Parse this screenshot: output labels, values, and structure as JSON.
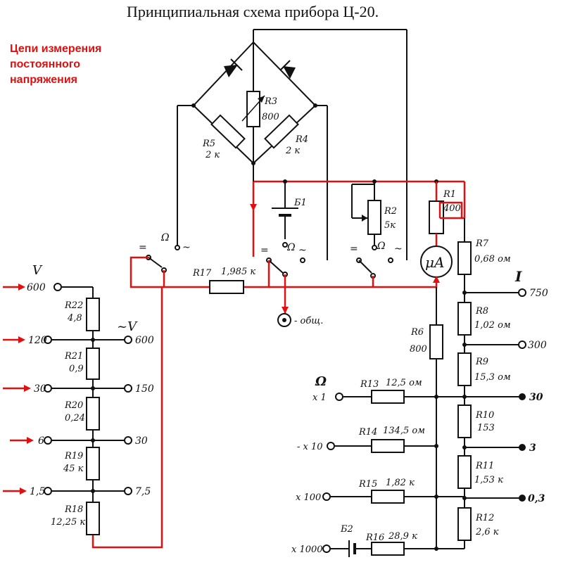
{
  "title": "Принципиальная схема прибора Ц-20.",
  "annotation": {
    "lines": [
      "Цепи измерения",
      "постоянного",
      "напряжения"
    ],
    "color": "#e01010"
  },
  "components": {
    "R1": {
      "name": "R1",
      "value": "400"
    },
    "R2": {
      "name": "R2",
      "value": "5к"
    },
    "R3": {
      "name": "R3",
      "value": "800"
    },
    "R4": {
      "name": "R4",
      "value": "2 к"
    },
    "R5": {
      "name": "R5",
      "value": "2 к"
    },
    "R6": {
      "name": "R6",
      "value": "800"
    },
    "R7": {
      "name": "R7",
      "value": "0,68 ом"
    },
    "R8": {
      "name": "R8",
      "value": "1,02 ом"
    },
    "R9": {
      "name": "R9",
      "value": "15,3 ом"
    },
    "R10": {
      "name": "R10",
      "value": "153"
    },
    "R11": {
      "name": "R11",
      "value": "1,53 к"
    },
    "R12": {
      "name": "R12",
      "value": "2,6 к"
    },
    "R13": {
      "name": "R13",
      "value": "12,5 ом"
    },
    "R14": {
      "name": "R14",
      "value": "134,5 ом"
    },
    "R15": {
      "name": "R15",
      "value": "1,82 к"
    },
    "R16": {
      "name": "R16",
      "value": "28,9 к"
    },
    "R17": {
      "name": "R17",
      "value": "1,985 к"
    },
    "R18": {
      "name": "R18",
      "value": "12,25 к"
    },
    "R19": {
      "name": "R19",
      "value": "45 к"
    },
    "R20": {
      "name": "R20",
      "value": "0,24"
    },
    "R21": {
      "name": "R21",
      "value": "0,9"
    },
    "R22": {
      "name": "R22",
      "value": "4,8"
    },
    "B1": {
      "name": "Б1"
    },
    "B2": {
      "name": "Б2"
    },
    "meter": {
      "name": "μA"
    }
  },
  "terminals": {
    "dc_voltage_header": "V",
    "ac_voltage_header": "~V",
    "dc_voltage": [
      "600",
      "120",
      "30",
      "6",
      "1,5"
    ],
    "ac_voltage": [
      "600",
      "150",
      "30",
      "7,5"
    ],
    "current_header": "I",
    "current": [
      "750",
      "300",
      "30",
      "3",
      "0,3"
    ],
    "ohm_header": "Ω",
    "ohm": [
      "x 1",
      "- x 10",
      "x 100",
      "x 1000"
    ],
    "common": "- общ."
  },
  "switch_marks": {
    "dc": "=",
    "ohm": "Ω",
    "ac": "~"
  }
}
